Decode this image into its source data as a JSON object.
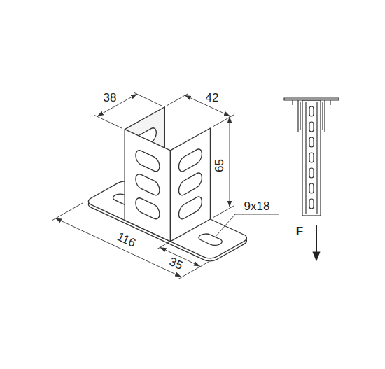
{
  "diagram": {
    "labels": [
      "38",
      "42",
      "65",
      "9x18",
      "116",
      "35",
      "F"
    ]
  }
}
